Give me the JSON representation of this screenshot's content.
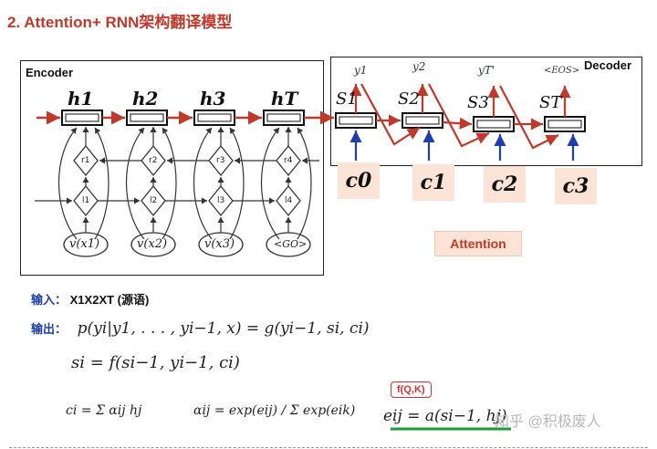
{
  "title": "2. Attention+ RNN架构翻译模型",
  "encoder": {
    "label": "Encoder",
    "hidden": [
      "h1",
      "h2",
      "h3",
      "hT"
    ],
    "r_nodes": [
      "r1",
      "r2",
      "r3",
      "r4"
    ],
    "l_nodes": [
      "l1",
      "l2",
      "l3",
      "l4"
    ],
    "inputs": [
      "v(x1)",
      "v(x2)",
      "v(x3)",
      "<GO>"
    ]
  },
  "decoder": {
    "label": "Decoder",
    "states": [
      "S1",
      "S2",
      "S3",
      "ST"
    ],
    "outputs": [
      "y1",
      "y2",
      "yT'",
      "<EOS>"
    ],
    "contexts": [
      "c0",
      "c1",
      "c2",
      "c3"
    ]
  },
  "attention_label": "Attention",
  "input_line": {
    "label": "输入：",
    "value": "X1X2XT (源语)"
  },
  "output_line": {
    "label": "输出：",
    "formula": "p(yi|y1, . . . , yi−1, x) = g(yi−1, si, ci)"
  },
  "state_formula": "si = f(si−1, yi−1, ci)",
  "context_formula": "ci = Σ αij hj",
  "alpha_formula": "αij = exp(eij) / Σ exp(eik)",
  "energy_formula": "eij = a(si−1, hj)",
  "fqk_label": "f(Q,K)",
  "watermark": "知乎 @积极废人",
  "colors": {
    "title": "#c0392b",
    "arrow_red": "#c0392b",
    "arrow_blue": "#1f3fa8",
    "box_fill": "#fbe4d5",
    "underline": "#1a9a3a"
  }
}
